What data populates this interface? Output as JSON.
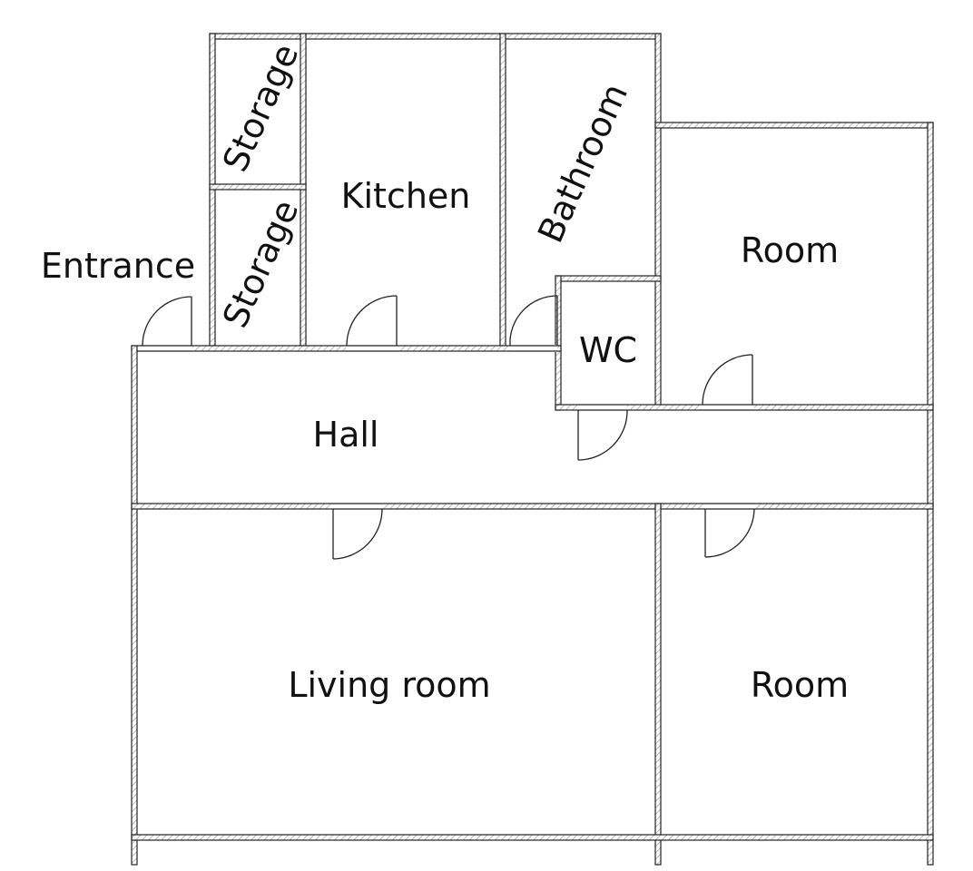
{
  "rooms": {
    "entrance": "Entrance",
    "storage_top": "Storage",
    "storage_bottom": "Storage",
    "kitchen": "Kitchen",
    "bathroom": "Bathroom",
    "wc": "WC",
    "room_top": "Room",
    "hall": "Hall",
    "living_room": "Living room",
    "room_bottom": "Room"
  },
  "colors": {
    "wall_stroke": "#222222",
    "hatch": "#999999",
    "background": "#ffffff"
  }
}
